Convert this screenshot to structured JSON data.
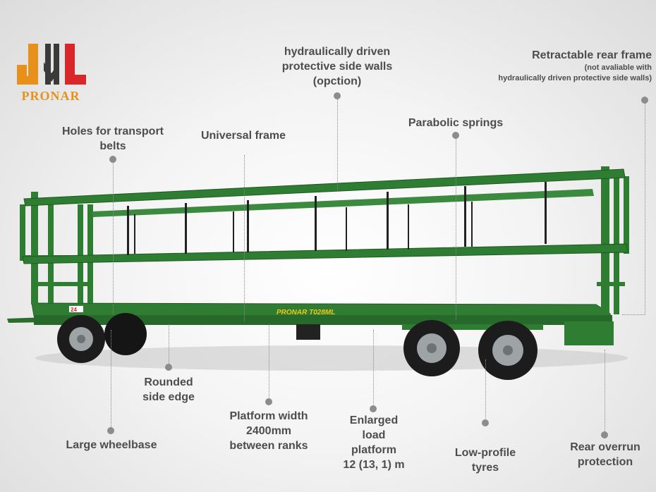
{
  "brand": {
    "name": "PRONAR",
    "colors": {
      "orange": "#e8911a",
      "red": "#d9262a",
      "green": "#2e7d32"
    }
  },
  "decal": {
    "model": "PRONAR  T028ML",
    "badge": "24"
  },
  "callouts": {
    "holes": [
      "Holes for transport",
      "belts"
    ],
    "universal": [
      "Universal frame"
    ],
    "hydraulic": [
      "hydraulically driven",
      "protective side walls",
      "(opction)"
    ],
    "parabolic": [
      "Parabolic springs"
    ],
    "retractable": {
      "title": "Retractable rear frame",
      "note1": "(not avaliable with",
      "note2": "hydraulically driven protective side walls)"
    },
    "rounded": [
      "Rounded",
      "side edge"
    ],
    "platform": [
      "Platform width",
      "2400mm",
      "between ranks"
    ],
    "enlarged": [
      "Enlarged",
      "load",
      "platform",
      "12 (13, 1) m"
    ],
    "wheelbase": [
      "Large wheelbase"
    ],
    "lowprofile": [
      "Low-profile",
      "tyres"
    ],
    "overrun": [
      "Rear overrun",
      "protection"
    ]
  }
}
